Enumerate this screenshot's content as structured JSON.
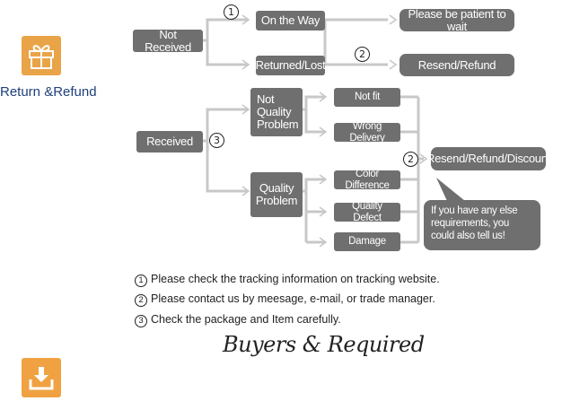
{
  "side_title": "Return &Refund",
  "nodes": {
    "not_received": "Not Received",
    "on_the_way": "On the Way",
    "returned_lost": "Returned/Lost",
    "please_wait": "Please be patient to wait",
    "resend_refund": "Resend/Refund",
    "received": "Received",
    "not_quality_problem": "Not Quality Problem",
    "quality_problem": "Quality Problem",
    "not_fit": "Not fit",
    "wrong_delivery": "Wrong Delivery",
    "color_difference": "Color Difference",
    "quality_defect": "Quality Defect",
    "damage": "Damage",
    "resend_refund_discount": "Resend/Refund/Discount"
  },
  "markers": {
    "m1": "1",
    "m2_top": "2",
    "m3": "3",
    "m2_right": "2"
  },
  "bubble_text": "If you have any else requirements, you could also tell us!",
  "notes": [
    {
      "num": "1",
      "text": "Please check the tracking information on tracking website."
    },
    {
      "num": "2",
      "text": "Please contact us by meesage, e-mail, or trade manager."
    },
    {
      "num": "3",
      "text": "Check the package and Item carefully."
    }
  ],
  "footer": "Buyers & Required",
  "icons": {
    "top": "gift-icon",
    "bottom": "download-tray-icon"
  },
  "colors": {
    "node": "#6f6f6f",
    "connector": "#cccccc",
    "accent": "#e9a448",
    "side_title": "#1f3f7a"
  }
}
